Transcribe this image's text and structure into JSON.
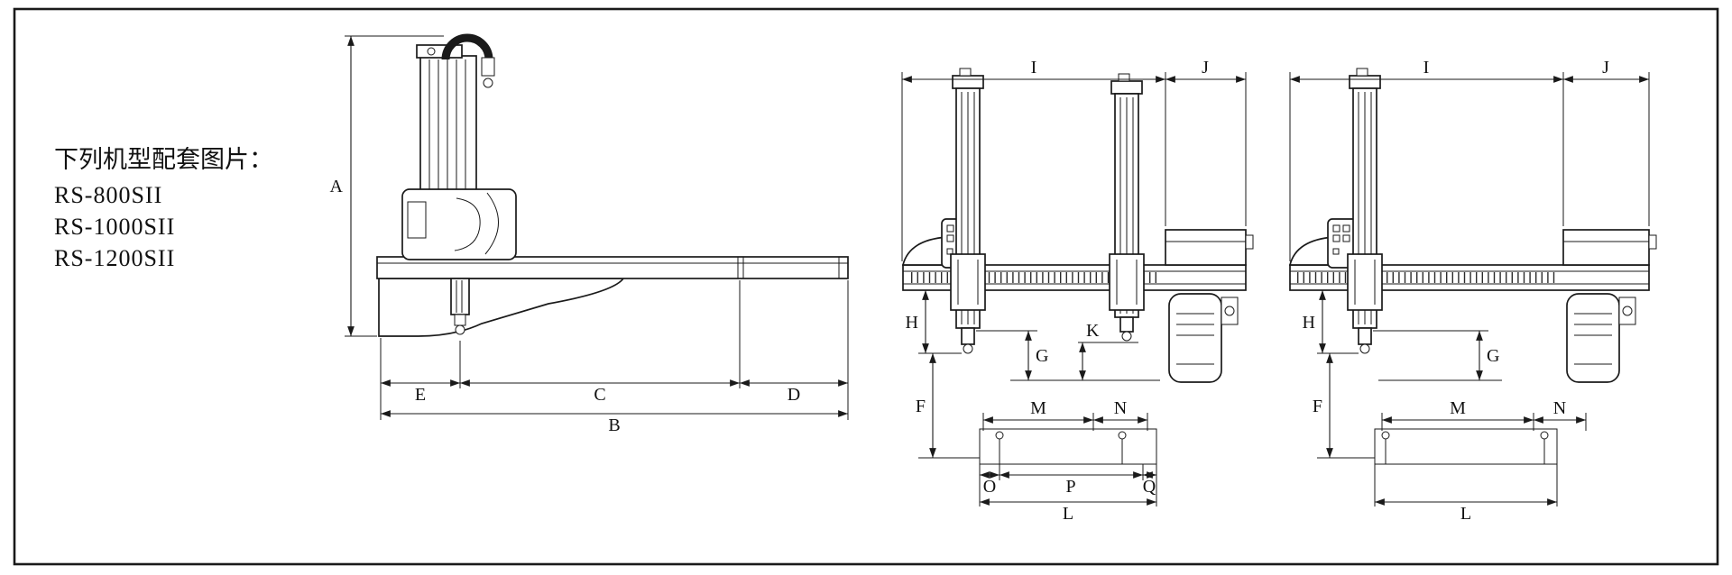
{
  "colors": {
    "line": "#1a1a1a",
    "background": "#ffffff"
  },
  "caption": {
    "title": "下列机型配套图片：",
    "models": [
      "RS-800SII",
      "RS-1000SII",
      "RS-1200SII"
    ]
  },
  "side_view": {
    "dim_a": "A",
    "dim_b": "B",
    "dim_c": "C",
    "dim_d": "D",
    "dim_e": "E"
  },
  "front_view_double": {
    "dim_i": "I",
    "dim_j": "J",
    "dim_h": "H",
    "dim_g": "G",
    "dim_k": "K",
    "dim_f": "F",
    "dim_m": "M",
    "dim_n": "N",
    "dim_o": "O",
    "dim_p": "P",
    "dim_q": "Q",
    "dim_l": "L"
  },
  "front_view_single": {
    "dim_i": "I",
    "dim_j": "J",
    "dim_h": "H",
    "dim_g": "G",
    "dim_f": "F",
    "dim_m": "M",
    "dim_n": "N",
    "dim_l": "L"
  }
}
